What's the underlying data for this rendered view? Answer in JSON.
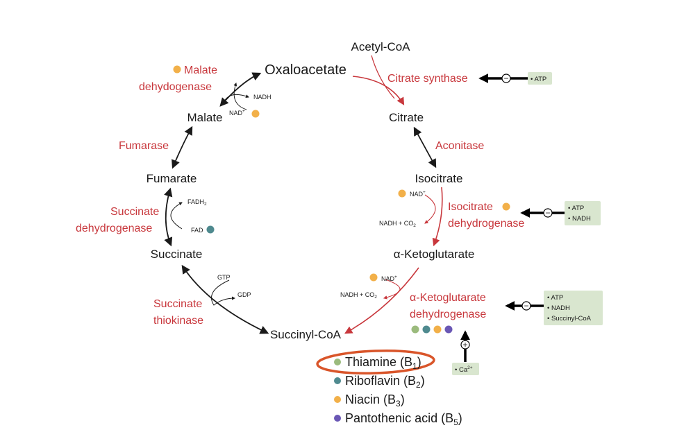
{
  "metabolites": {
    "acetyl_coa": "Acetyl-CoA",
    "oxaloacetate": "Oxaloacetate",
    "citrate": "Citrate",
    "isocitrate": "Isocitrate",
    "alpha_ketoglutarate": "α-Ketoglutarate",
    "succinyl_coa": "Succinyl-CoA",
    "succinate": "Succinate",
    "fumarate": "Fumarate",
    "malate": "Malate"
  },
  "enzymes": {
    "citrate_synthase": "Citrate synthase",
    "aconitase": "Aconitase",
    "isocitrate_dh_1": "Isocitrate",
    "isocitrate_dh_2": "dehydrogenase",
    "akg_dh_1": "α-Ketoglutarate",
    "akg_dh_2": "dehydrogenase",
    "succinate_thiokinase_1": "Succinate",
    "succinate_thiokinase_2": "thiokinase",
    "succinate_dh_1": "Succinate",
    "succinate_dh_2": "dehydrogenase",
    "fumarase": "Fumarase",
    "malate_dh_1": "Malate",
    "malate_dh_2": "dehydogenase"
  },
  "cofactors": {
    "nadh_malate": "NADH",
    "nad_malate": "NAD",
    "nad_iso": "NAD",
    "nadh_co2_iso": "NADH + CO",
    "nad_akg": "NAD",
    "nadh_co2_akg": "NADH + CO",
    "gtp": "GTP",
    "gdp": "GDP",
    "fadh2": "FADH",
    "fad": "FAD",
    "plus_sup": "+",
    "two_sub": "2"
  },
  "regulators": {
    "citrate_synthase": [
      "• ATP"
    ],
    "isocitrate_dh": [
      "• ATP",
      "• NADH"
    ],
    "akg_dh_inhib": [
      "• ATP",
      "• NADH",
      "• Succinyl-CoA"
    ],
    "akg_dh_activ": "• Ca",
    "ca_sup": "2+",
    "minus_sign": "−",
    "plus_sign": "+"
  },
  "legend": [
    {
      "name": "Thiamine (B",
      "sub": "1",
      "end": ")",
      "color": "#9bbb7d",
      "highlighted": true
    },
    {
      "name": "Riboflavin (B",
      "sub": "2",
      "end": ")",
      "color": "#4f8a8f",
      "highlighted": false
    },
    {
      "name": "Niacin (B",
      "sub": "3",
      "end": ")",
      "color": "#f2b049",
      "highlighted": false
    },
    {
      "name": "Pantothenic acid (B",
      "sub": "5",
      "end": ")",
      "color": "#6a57b5",
      "highlighted": false
    }
  ],
  "colors": {
    "enzyme_red": "#c8373c",
    "box_green": "#d9e6cf",
    "highlight_orange": "#d9552a",
    "thiamine": "#9bbb7d",
    "riboflavin": "#4f8a8f",
    "niacin": "#f2b049",
    "pantothenic": "#6a57b5"
  }
}
